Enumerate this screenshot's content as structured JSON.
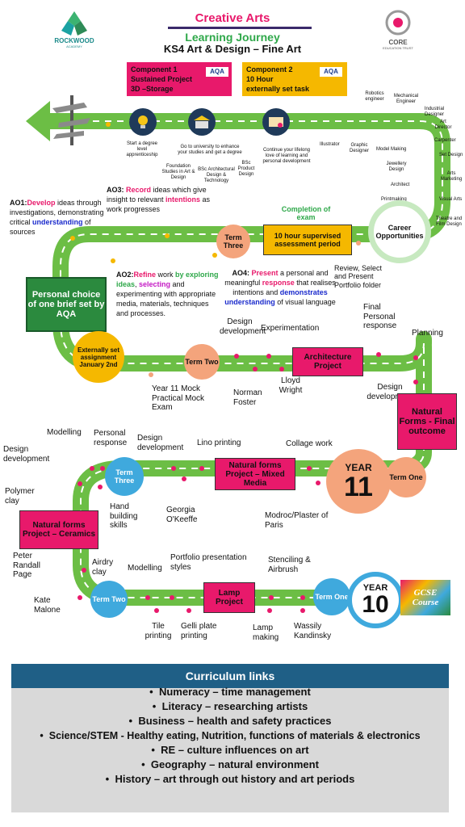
{
  "header": {
    "school_name": "ROCKWOOD",
    "school_sub": "ACADEMY",
    "trust_name": "CORE",
    "trust_sub": "EDUCATION TRUST",
    "title_line1": "Creative Arts",
    "title_line2": "Learning Journey",
    "title_line3": "KS4 Art & Design – Fine Art"
  },
  "components": {
    "c1_line1": "Component 1",
    "c1_line2": "Sustained Project",
    "c1_line3": "3D –Storage",
    "c2_line1": "Component 2",
    "c2_line2": "10 Hour",
    "c2_line3": "externally set task",
    "aqa": "AQA"
  },
  "careers_top": {
    "degree": "Start a degree level apprenticeship",
    "university": "Go to university to enhance your studies and get a degree",
    "lifelong": "Continue your lifelong love of learning and personal development",
    "foundation": "Foundation Studies in Art & Design",
    "bsc_arch": "BSc Architectural Design & Technology",
    "bsc_product": "BSc Product Design",
    "illustrator": "Illustrator",
    "graphic": "Graphic Designer",
    "robotics": "Robotics engineer",
    "mechanical": "Mechanical Engineer",
    "industrial": "Industrial Designer",
    "art_director": "Art Director",
    "carpenter": "Carpenter",
    "set_design": "Set Design",
    "arts_marketing": "Arts Marketing",
    "visual_arts": "Visual Arts",
    "theatre": "Theatre and Film Design",
    "model_making": "Model Making",
    "jewellery": "Jewellery Design",
    "architect": "Architect",
    "printmaking": "Printmaking",
    "career_opps": "Career Opportunities"
  },
  "assessment": {
    "ao1_label": "AO1:",
    "ao1_develop": "Develop",
    "ao1_text1": " ideas through investigations, demonstrating critical ",
    "ao1_understanding": "understanding",
    "ao1_text2": " of sources",
    "ao3_label": "AO3: ",
    "ao3_record": "Record",
    "ao3_text1": " ideas which give insight to relevant ",
    "ao3_intentions": "intentions",
    "ao3_text2": " as work progresses",
    "ao2_label": "AO2:",
    "ao2_refine": "Refine",
    "ao2_text1": " work ",
    "ao2_by": "by exploring ideas",
    "ao2_comma": ", ",
    "ao2_selecting": "selecting",
    "ao2_text2": " and experimenting with appropriate media, materials, techniques and processes.",
    "ao4_label": "AO4: ",
    "ao4_present": "Present",
    "ao4_text1": " a personal and meaningful ",
    "ao4_response": "response",
    "ao4_text2": " that realises intentions and ",
    "ao4_demonstrates": "demonstrates understanding",
    "ao4_text3": " of visual language"
  },
  "year11_top": {
    "completion": "Completion of exam",
    "ten_hour": "10 hour supervised assessment period",
    "term_three": "Term Three",
    "review": "Review, Select and Present Portfolio folder",
    "personal_choice": "Personal choice of one brief set by AQA",
    "externally_set": "Externally set assignment January 2nd",
    "mock": "Year 11 Mock Practical Mock Exam",
    "term_two": "Term Two",
    "design_dev1": "Design development",
    "experimentation": "Experimentation",
    "norman": "Norman Foster",
    "lloyd": "Lloyd Wright",
    "architecture": "Architecture Project",
    "final_personal": "Final Personal response",
    "planning": "Planning",
    "design_dev2": "Design development",
    "natural_final": "Natural Forms - Final outcome"
  },
  "year11_bottom": {
    "year_label": "YEAR",
    "year_num": "11",
    "term_one": "Term One",
    "modelling": "Modelling",
    "personal_response": "Personal response",
    "design_dev": "Design development",
    "lino": "Lino printing",
    "collage": "Collage work",
    "design_dev_left": "Design development",
    "term_three": "Term Three",
    "mixed_media": "Natural forms Project – Mixed Media",
    "polymer": "Polymer clay",
    "hand_building": "Hand building skills",
    "georgia": "Georgia O'Keeffe",
    "modroc": "Modroc/Plaster of Paris",
    "ceramics": "Natural forms Project – Ceramics"
  },
  "year10": {
    "peter": "Peter Randall Page",
    "airdry": "Airdry clay",
    "kate": "Kate Malone",
    "term_two": "Term Two",
    "modelling": "Modelling",
    "portfolio": "Portfolio presentation styles",
    "tile": "Tile printing",
    "gelli": "Gelli plate printing",
    "lamp": "Lamp Project",
    "stenciling": "Stenciling & Airbrush",
    "lamp_making": "Lamp making",
    "wassily": "Wassily Kandinsky",
    "term_one": "Term One",
    "year_label": "YEAR",
    "year_num": "10",
    "gcse": "GCSE Course"
  },
  "curriculum": {
    "heading": "Curriculum links",
    "items": [
      "Numeracy – time management",
      "Literacy – researching artists",
      "Business – health and safety practices",
      "Science/STEM - Healthy eating, Nutrition, functions of materials & electronics",
      "RE – culture influences on art",
      "Geography – natural environment",
      "History – art through out history and art periods"
    ]
  },
  "colors": {
    "road_green": "#6cbe45",
    "pink": "#e8196b",
    "orange": "#f4a47c",
    "gold": "#f5b800",
    "blue": "#3fa9dd",
    "dark_green_box": "#2b8a3e",
    "header_blue": "#1f5f86"
  }
}
